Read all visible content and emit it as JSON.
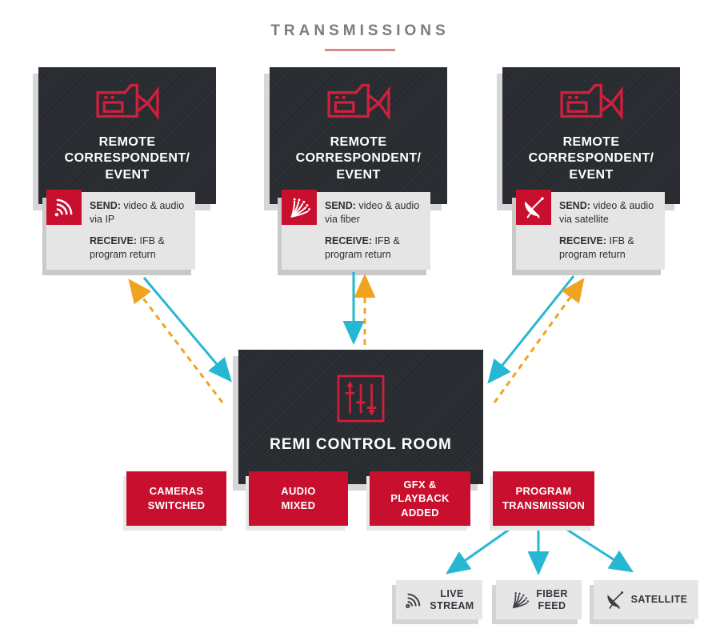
{
  "title": "TRANSMISSIONS",
  "colors": {
    "red": "#c8102e",
    "dark_box": "#282b30",
    "cyan_arrow": "#26b7d3",
    "orange_arrow": "#f0a41e",
    "panel_gray": "#e5e5e6",
    "title_gray": "#7a7c7f",
    "underline_pink": "#e0898c"
  },
  "remotes": [
    {
      "label": "REMOTE\nCORRESPONDENT/\nEVENT",
      "icon": "video-camera-icon",
      "channel_icon": "ip-signal-icon",
      "send_label": "SEND:",
      "send_text": "video & audio\nvia IP",
      "receive_label": "RECEIVE:",
      "receive_text": "IFB &\nprogram return"
    },
    {
      "label": "REMOTE\nCORRESPONDENT/\nEVENT",
      "icon": "video-camera-icon",
      "channel_icon": "fiber-icon",
      "send_label": "SEND:",
      "send_text": "video & audio\nvia fiber",
      "receive_label": "RECEIVE:",
      "receive_text": "IFB &\nprogram return"
    },
    {
      "label": "REMOTE\nCORRESPONDENT/\nEVENT",
      "icon": "video-camera-icon",
      "channel_icon": "satellite-icon",
      "send_label": "SEND:",
      "send_text": "video & audio\nvia satellite",
      "receive_label": "RECEIVE:",
      "receive_text": "IFB &\nprogram return"
    }
  ],
  "control_room": {
    "label": "REMI CONTROL ROOM",
    "icon": "mixer-faders-icon"
  },
  "process": [
    {
      "label": "CAMERAS\nSWITCHED"
    },
    {
      "label": "AUDIO\nMIXED"
    },
    {
      "label": "GFX &\nPLAYBACK\nADDED"
    },
    {
      "label": "PROGRAM\nTRANSMISSION"
    }
  ],
  "outputs": [
    {
      "label": "LIVE\nSTREAM",
      "icon": "live-stream-icon"
    },
    {
      "label": "FIBER\nFEED",
      "icon": "fiber-feed-icon"
    },
    {
      "label": "SATELLITE",
      "icon": "satellite-icon"
    }
  ]
}
